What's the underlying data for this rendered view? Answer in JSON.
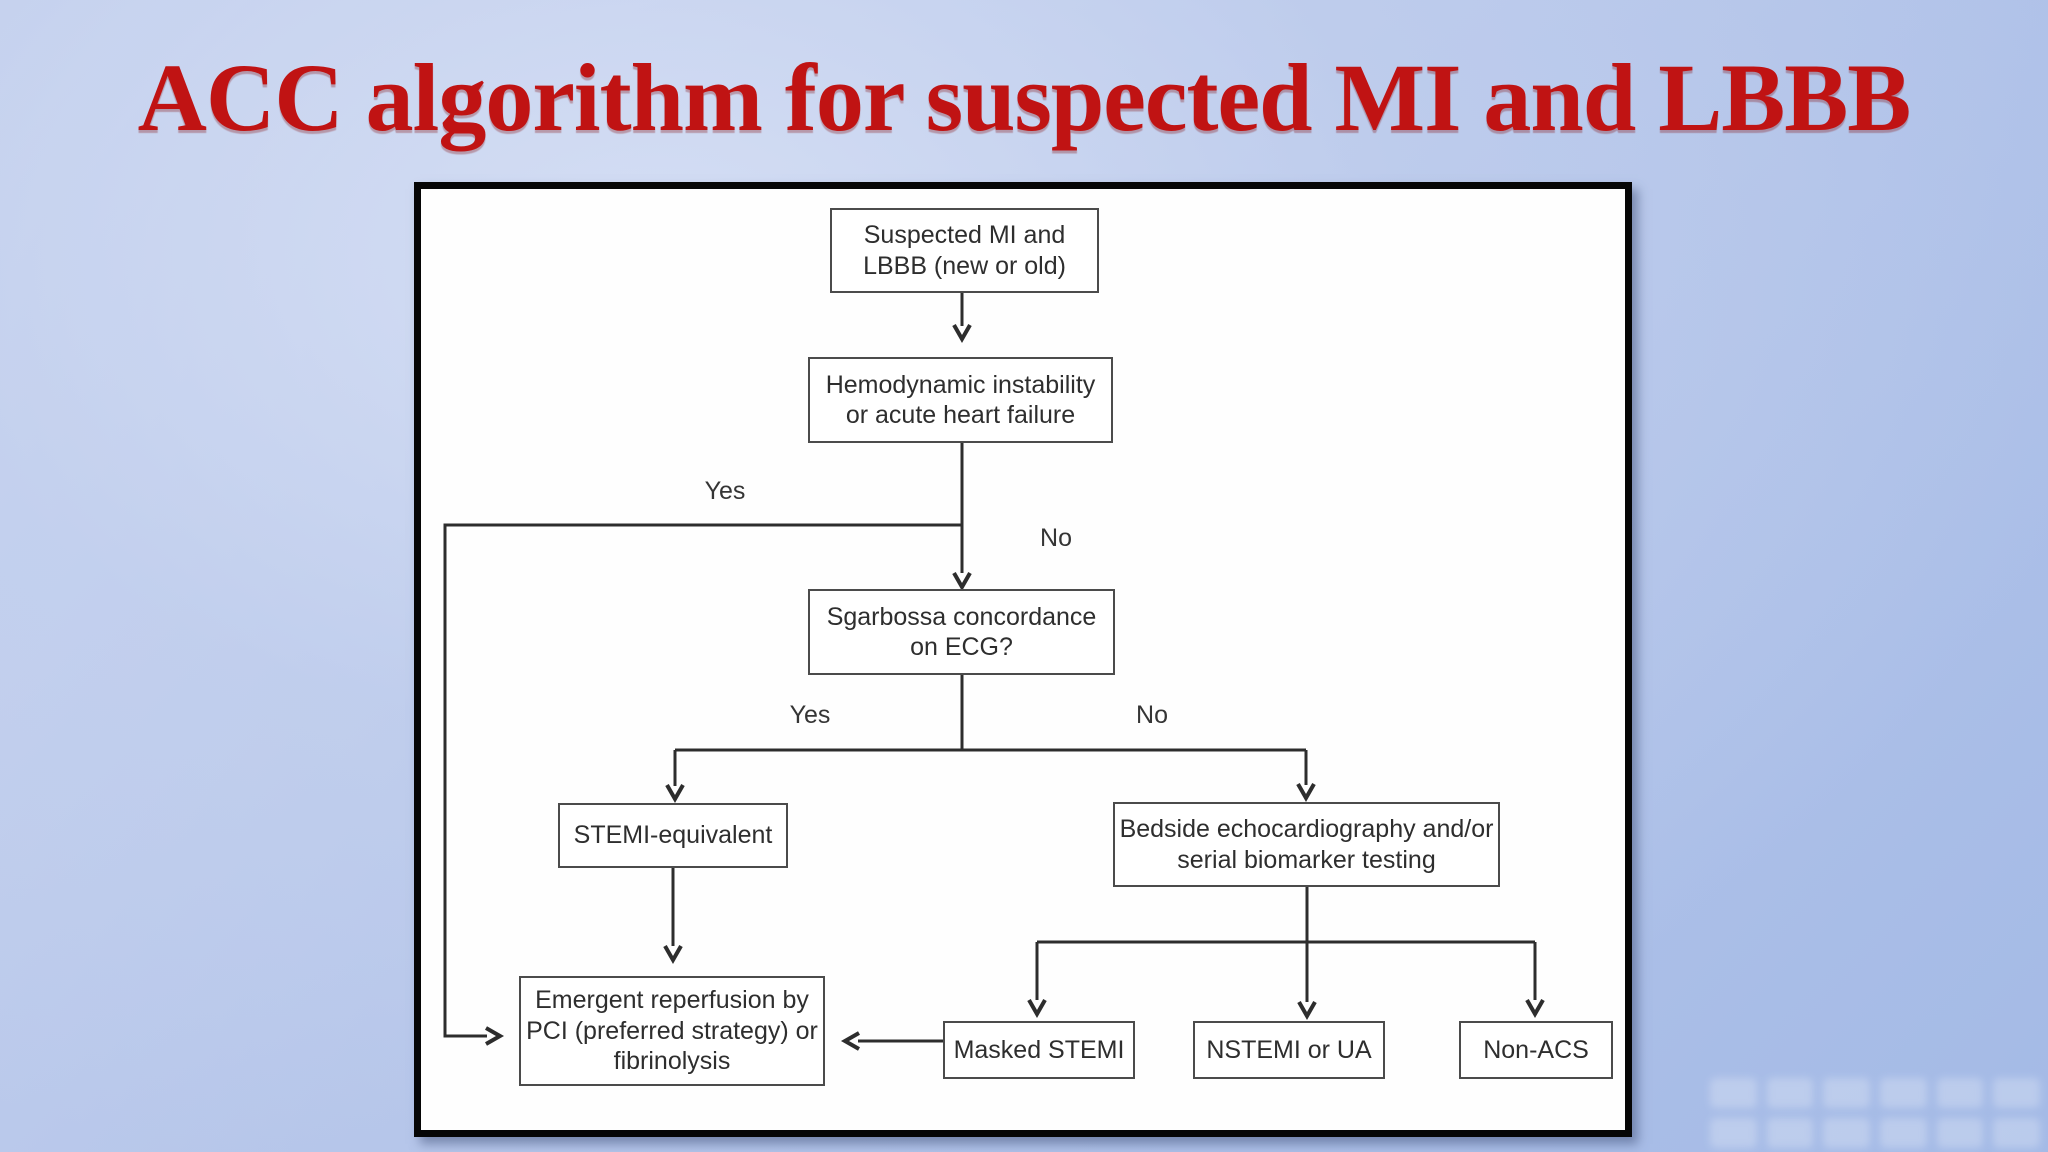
{
  "title": "ACC algorithm for suspected MI and LBBB",
  "flowchart": {
    "nodes": {
      "suspected": {
        "label": "Suspected MI and\nLBBB (new or old)"
      },
      "hemodynamic": {
        "label": "Hemodynamic instability\nor acute heart failure"
      },
      "sgarbossa": {
        "label": "Sgarbossa concordance\non ECG?"
      },
      "stemi_equivalent": {
        "label": "STEMI-equivalent"
      },
      "bedside": {
        "label": "Bedside echocardiography and/or\nserial biomarker testing"
      },
      "emergent": {
        "label": "Emergent reperfusion by\nPCI (preferred strategy) or\nfibrinolysis"
      },
      "masked_stemi": {
        "label": "Masked STEMI"
      },
      "nstemi_ua": {
        "label": "NSTEMI or UA"
      },
      "non_acs": {
        "label": "Non-ACS"
      }
    },
    "edge_labels": {
      "hemodynamic_yes": "Yes",
      "hemodynamic_no": "No",
      "sgarbossa_yes": "Yes",
      "sgarbossa_no": "No"
    }
  },
  "colors": {
    "title_red": "#c01313",
    "background_blue": "#b6c6ea",
    "panel_border": "#060606",
    "line": "#2d2d2d"
  }
}
